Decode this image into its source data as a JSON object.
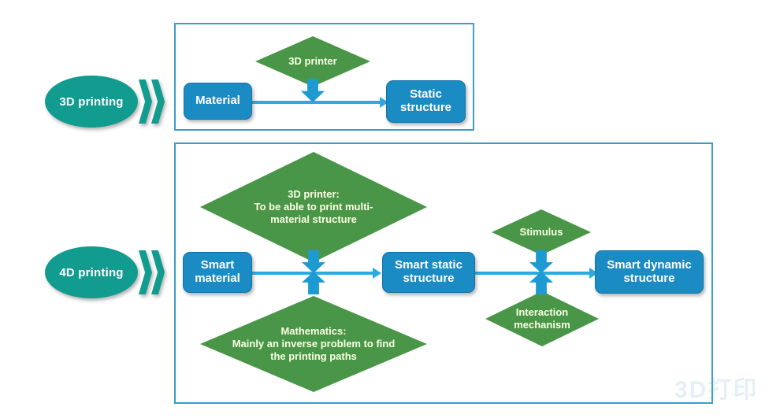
{
  "figure": {
    "background_color": "#ffffff",
    "panel_border_color": "#3d9dc4",
    "box_color": "#1b8bc4",
    "diamond_color": "#4a9648",
    "ellipse_color": "#129b8f",
    "arrow_color": "#29abe2",
    "diamond_text_color": "#fbffe4"
  },
  "rows": {
    "printing_3d": {
      "stage_label": "3D printing",
      "input_box": "Material",
      "process_diamond": "3D printer",
      "output_box": "Static\nstructure",
      "output_box_line1": "Static",
      "output_box_line2": "structure"
    },
    "printing_4d": {
      "stage_label": "4D printing",
      "input_box_line1": "Smart",
      "input_box_line2": "material",
      "top_diamond_line1": "3D printer:",
      "top_diamond_line2": "To be able to print multi-",
      "top_diamond_line3": "material structure",
      "bottom_diamond_line1": "Mathematics:",
      "bottom_diamond_line2": "Mainly an inverse problem to find",
      "bottom_diamond_line3": "the printing paths",
      "middle_box_line1": "Smart static",
      "middle_box_line2": "structure",
      "stimulus_diamond": "Stimulus",
      "interaction_diamond_line1": "Interaction",
      "interaction_diamond_line2": "mechanism",
      "output_box_line1": "Smart dynamic",
      "output_box_line2": "structure"
    }
  },
  "watermark": {
    "text": "3D打印"
  }
}
